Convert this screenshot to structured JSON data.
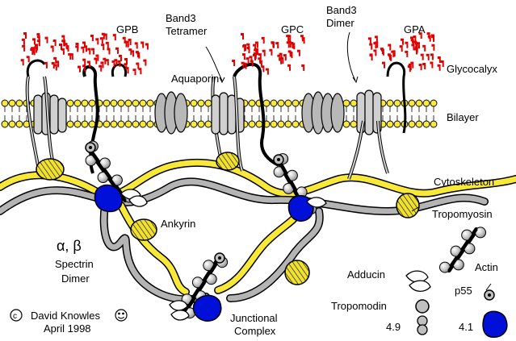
{
  "labels": {
    "gpb": "GPB",
    "band3_tetramer_line1": "Band3",
    "band3_tetramer_line2": "Tetramer",
    "gpc": "GPC",
    "band3_dimer_line1": "Band3",
    "band3_dimer_line2": "Dimer",
    "gpa": "GPA",
    "glycocalyx": "Glycocalyx",
    "aquaporin": "Aquaporin",
    "bilayer": "Bilayer",
    "cytoskeleton": "Cytoskeleton",
    "ankyrin": "Ankyrin",
    "tropomyosin": "Tropomyosin",
    "alpha_beta": "α, β",
    "spectrin_line1": "Spectrin",
    "spectrin_line2": "Dimer",
    "actin": "Actin",
    "adducin": "Adducin",
    "p55": "p55",
    "tropomodin": "Tropomodin",
    "junctional_line1": "Junctional",
    "junctional_line2": "Complex",
    "band49": "4.9",
    "band41": "4.1",
    "credit_line1": "David Knowles",
    "credit_line2": "April 1998"
  },
  "icons": {
    "copyright": "copyright-symbol",
    "smiley": "smiley-face"
  },
  "colors": {
    "glycan": "#e00000",
    "spectrin_gray": "#b4b4b4",
    "spectrin_yellow": "#f8e838",
    "band41_blue": "#0010d8",
    "protein_gray": "#c0c0c0",
    "ankyrin_yellow": "#f0e030",
    "outline": "#000000",
    "background": "#ffffff"
  }
}
